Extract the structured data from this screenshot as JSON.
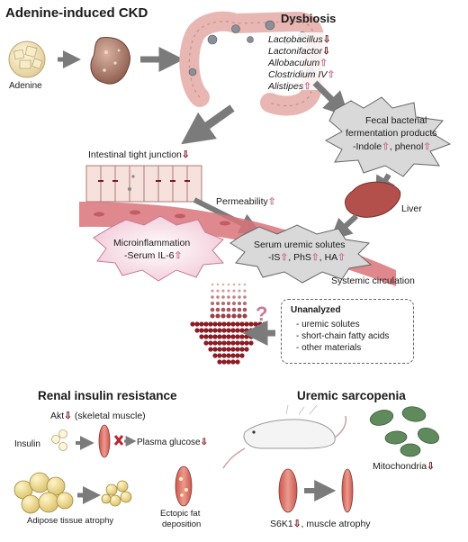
{
  "title": "Adenine-induced CKD",
  "adenine_label": "Adenine",
  "dysbiosis": {
    "title": "Dysbiosis",
    "bacteria": [
      {
        "name": "Lactobacillus",
        "arrow": "down"
      },
      {
        "name": "Lactonifactor",
        "arrow": "down"
      },
      {
        "name": "Allobaculum",
        "arrow": "up"
      },
      {
        "name": "Clostridium IV",
        "arrow": "up"
      },
      {
        "name": "Alistipes",
        "arrow": "up"
      }
    ]
  },
  "fermentation": {
    "line1": "Fecal bacterial",
    "line2": "fermentation products",
    "line3_a": "-Indole",
    "line3_b": ", phenol"
  },
  "tight_junction": "Intestinal tight junction",
  "permeability": "Permeability",
  "liver": "Liver",
  "microinflammation": {
    "line1": "Microinflammation",
    "line2": "-Serum IL-6"
  },
  "uremic_solutes": {
    "line1": "Serum uremic solutes",
    "is": "-IS",
    "phs": ", PhS",
    "ha": ", HA"
  },
  "systemic_circulation": "Systemic circulation",
  "question_mark": "?",
  "unanalyzed": {
    "title": "Unanalyzed",
    "items": [
      "- uremic solutes",
      "- short-chain fatty acids",
      "- other materials"
    ]
  },
  "renal_panel": {
    "title": "Renal insulin resistance",
    "akt": "Akt",
    "akt_note": "(skeletal muscle)",
    "insulin": "Insulin",
    "plasma_glucose": "Plasma glucose",
    "adipose": "Adipose tissue atrophy",
    "ectopic_line1": "Ectopic fat",
    "ectopic_line2": "deposition"
  },
  "sarcopenia_panel": {
    "title": "Uremic sarcopenia",
    "mitochondria": "Mitochondria",
    "s6k1": "S6K1",
    "atrophy": ", muscle atrophy"
  },
  "colors": {
    "panel_pink": "#eadbe3",
    "panel_blue": "#dde6ef",
    "arrow_grey": "#7b7b7b",
    "up_arrow": "#c77a9a",
    "down_arrow": "#7a1a22",
    "vessel": "#d9737a",
    "gut": "#e8b7b3",
    "liver": "#b3504b",
    "mito": "#5f8a5c"
  }
}
